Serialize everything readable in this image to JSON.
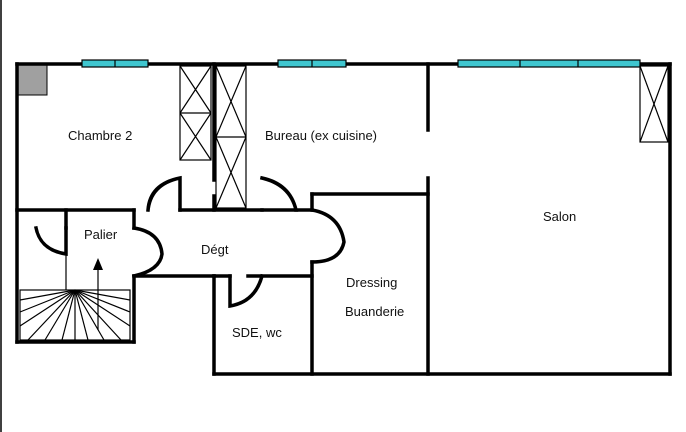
{
  "rooms": {
    "chambre": "Chambre 2",
    "bureau": "Bureau (ex cuisine)",
    "salon": "Salon",
    "palier": "Palier",
    "degt": "Dégt",
    "dressing": "Dressing",
    "buanderie": "Buanderie",
    "sde": "SDE, wc"
  },
  "colors": {
    "window": "#3fc6cf",
    "chimney": "#a0a0a0",
    "wall": "#000000"
  },
  "icons": {
    "stair_arrow": "arrow-up-icon",
    "closet": "cross-box-icon",
    "chimney": "square-icon"
  }
}
